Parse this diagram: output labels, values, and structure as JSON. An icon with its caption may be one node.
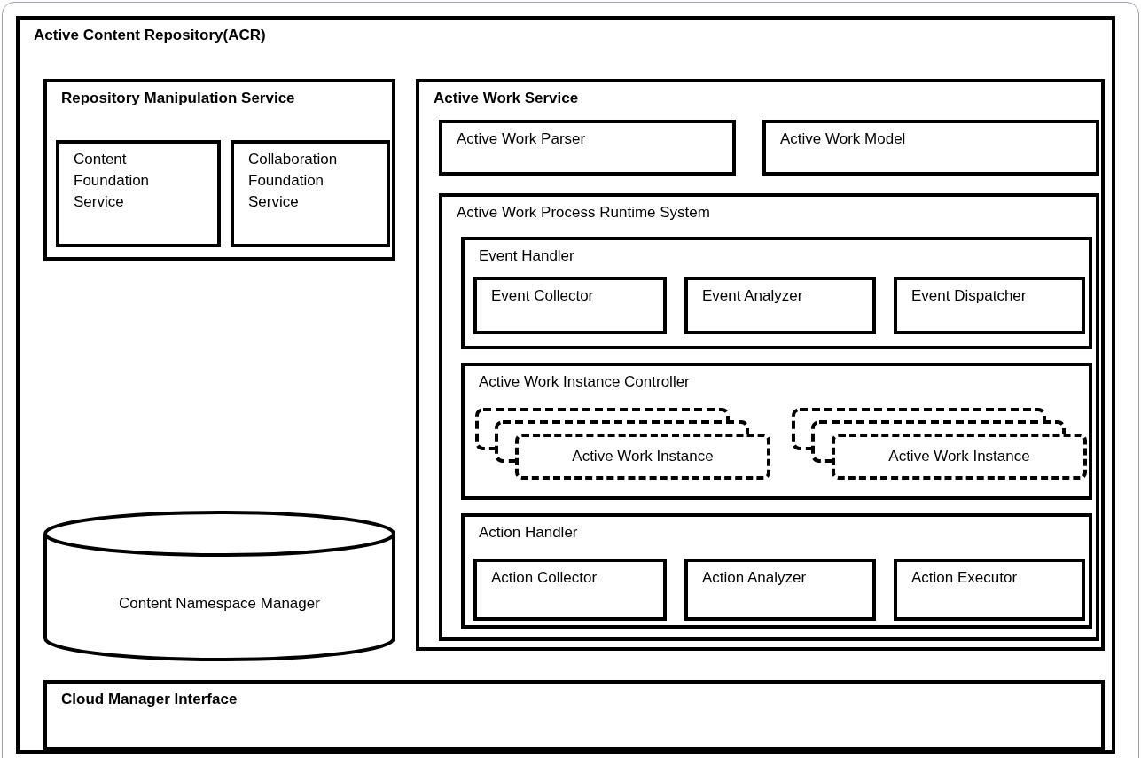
{
  "diagram": {
    "nodes": [
      {
        "text": [
          "Active Content Repository(ACR)"
        ]
      },
      {
        "text": [
          "Repository Manipulation Service"
        ],
        "in": 0
      },
      {
        "text": [
          "Content Foundation Service"
        ],
        "in": 1
      },
      {
        "text": [
          "Collaboration Foundation Service"
        ],
        "in": 1
      },
      {
        "text": [
          "Content Namespace Manager"
        ],
        "in": 0
      },
      {
        "text": [
          "Active Work Service"
        ],
        "in": 0
      },
      {
        "text": [
          "Active Work Parser"
        ],
        "in": 5
      },
      {
        "text": [
          "Active Work Model"
        ],
        "in": 5
      },
      {
        "text": [
          "Active Work Process Runtime System"
        ],
        "in": 5
      },
      {
        "text": [
          "Event Handler"
        ],
        "in": 8
      },
      {
        "text": [
          "Event Collector"
        ],
        "in": 9
      },
      {
        "text": [
          "Event Analyzer"
        ],
        "in": 9
      },
      {
        "text": [
          "Event Dispatcher"
        ],
        "in": 9
      },
      {
        "text": [
          "Active Work Instance Controller"
        ],
        "in": 8
      },
      {
        "text": [
          "Active Work Instance"
        ],
        "in": 13
      },
      {
        "text": [
          "Active Work Instance"
        ],
        "in": 13
      },
      {
        "text": [
          "Action Handler"
        ],
        "in": 8
      },
      {
        "text": [
          "Action Collector"
        ],
        "in": 16
      },
      {
        "text": [
          "Action Analyzer"
        ],
        "in": 16
      },
      {
        "text": [
          "Action Executor"
        ],
        "in": 16
      },
      {
        "text": [
          "Cloud Manager Interface"
        ],
        "in": 0
      }
    ]
  }
}
